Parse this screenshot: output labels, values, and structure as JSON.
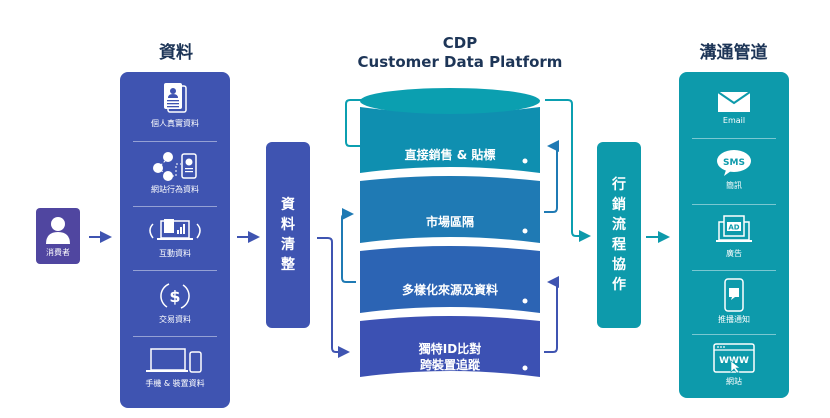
{
  "headings": {
    "data": "資料",
    "cdp_line1": "CDP",
    "cdp_line2": "Customer Data Platform",
    "channels": "溝通管道"
  },
  "consumer": {
    "label": "消費者",
    "icon": "person-icon"
  },
  "data_sources": [
    {
      "label": "個人真實資料",
      "icon": "profile-document-icon"
    },
    {
      "label": "網站行為資料",
      "icon": "network-analytics-icon"
    },
    {
      "label": "互動資料",
      "icon": "laptop-sync-icon"
    },
    {
      "label": "交易資料",
      "icon": "dollar-cycle-icon"
    },
    {
      "label": "手機 & 裝置資料",
      "icon": "devices-icon"
    }
  ],
  "data_cleaning": {
    "chars": [
      "資",
      "料",
      "清",
      "整"
    ]
  },
  "cdp_layers": [
    {
      "label": "直接銷售 & 貼標",
      "color": "#0f8fb0"
    },
    {
      "label": "市場區隔",
      "color": "#1f7ab4"
    },
    {
      "label": "多樣化來源及資料",
      "color": "#2c64b4"
    },
    {
      "label_line1": "獨特ID比對",
      "label_line2": "跨裝置追蹤",
      "color": "#3c51b3"
    }
  ],
  "cdp_top_color": "#0b9fb0",
  "marketing_orchestration": {
    "chars": [
      "行",
      "銷",
      "流",
      "程",
      "協",
      "作"
    ]
  },
  "channels": [
    {
      "label": "Email",
      "icon": "envelope-icon"
    },
    {
      "label": "簡訊",
      "icon": "sms-bubble-icon",
      "badge": "SMS"
    },
    {
      "label": "廣告",
      "icon": "ad-window-icon",
      "badge": "AD"
    },
    {
      "label": "推播通知",
      "icon": "phone-notification-icon"
    },
    {
      "label": "網站",
      "icon": "browser-www-icon",
      "badge": "WWW"
    }
  ],
  "colors": {
    "heading": "#1d3557",
    "data_blue": "#3f54b1",
    "consumer_purple": "#5046a0",
    "teal": "#0d9aab"
  }
}
